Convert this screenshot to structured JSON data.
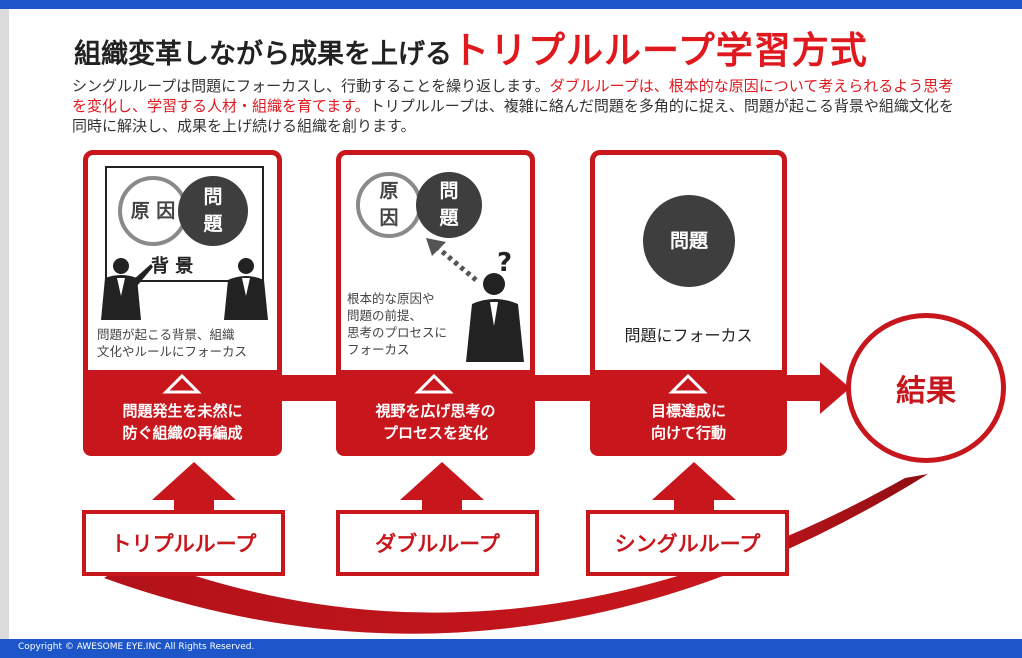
{
  "header": {
    "title_black": "組織変革しながら成果を上げる",
    "title_red": "トリプルループ学習方式"
  },
  "description": {
    "part1": "シングルループは問題にフォーカスし、行動することを繰り返します。",
    "part2_red": "ダブルループは、根本的な原因について考えられるよう思考を変化し、学習する人材・組織を育てます。",
    "part3": "トリプルループは、複雑に絡んだ問題を多角的に捉え、問題が起こる背景や組織文化を同時に解決し、成果を上げ続ける組織を創ります。"
  },
  "cards": {
    "triple": {
      "circle_left": "原\n因",
      "circle_right": "問\n題",
      "board_label": "背 景",
      "text": "問題が起こる背景、組織\n文化やルールにフォーカス",
      "label": "問題発生を未然に\n防ぐ組織の再編成"
    },
    "double": {
      "circle_left": "原\n因",
      "circle_right": "問\n題",
      "question_mark": "?",
      "text": "根本的な原因や\n問題の前提、\n思考のプロセスに\nフォーカス",
      "label": "視野を広げ思考の\nプロセスを変化"
    },
    "single": {
      "circle": "問題",
      "text": "問題にフォーカス",
      "label": "目標達成に\n向けて行動"
    }
  },
  "loops": {
    "triple": "トリプルループ",
    "double": "ダブルループ",
    "single": "シングルループ"
  },
  "result": "結果",
  "footer": "Copyright © AWESOME EYE.INC All Rights Reserved.",
  "colors": {
    "brand_blue": "#1d56c9",
    "accent_red": "#c8161d",
    "text_red": "#e0191f",
    "dark_circle": "#3e3e3e"
  }
}
